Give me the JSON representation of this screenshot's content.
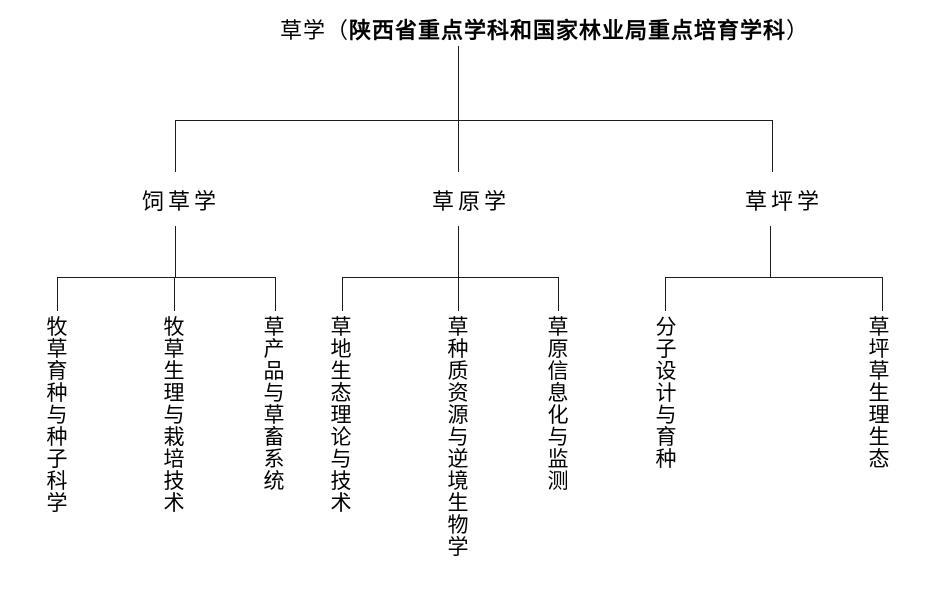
{
  "diagram": {
    "title": {
      "normal_prefix": "草学（",
      "bold_text": "陕西省重点学科和国家林业局重点培育学科",
      "normal_suffix": "）"
    },
    "branches": [
      {
        "label": "饲草学",
        "children": [
          "牧草育种与种子科学",
          "牧草生理与栽培技术",
          "草产品与草畜系统"
        ]
      },
      {
        "label": "草原学",
        "children": [
          "草地生态理论与技术",
          "草种质资源与逆境生物学",
          "草原信息化与监测"
        ]
      },
      {
        "label": "草坪学",
        "children": [
          "分子设计与育种",
          "草坪草生理生态"
        ]
      }
    ],
    "colors": {
      "line": "#1c1c1c",
      "text": "#000000",
      "background": "#ffffff"
    }
  }
}
